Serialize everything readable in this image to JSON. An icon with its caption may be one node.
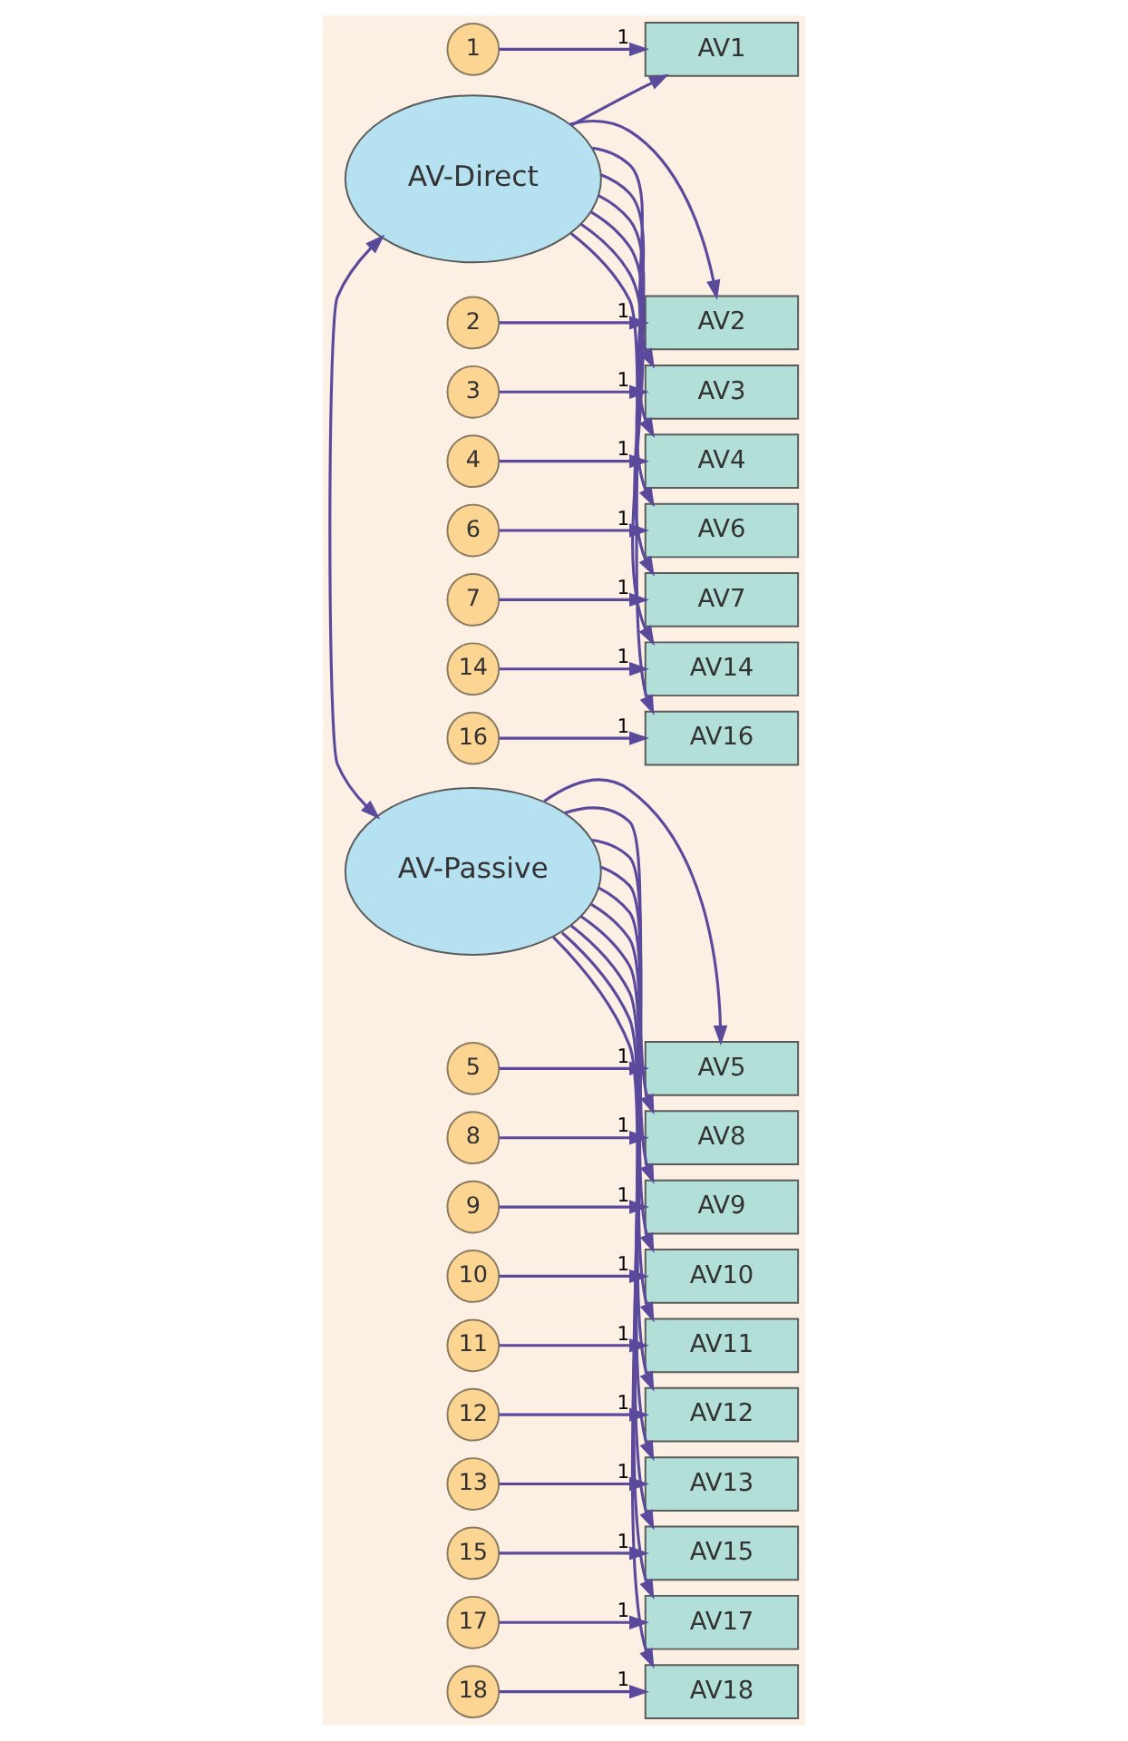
{
  "diagram": {
    "nodes": [
      {
        "text": [
          "1"
        ]
      },
      {
        "text": [
          "AV1"
        ]
      },
      {
        "text": [
          "2"
        ]
      },
      {
        "text": [
          "AV2"
        ]
      },
      {
        "text": [
          "3"
        ]
      },
      {
        "text": [
          "AV3"
        ]
      },
      {
        "text": [
          "4"
        ]
      },
      {
        "text": [
          "AV4"
        ]
      },
      {
        "text": [
          "6"
        ]
      },
      {
        "text": [
          "AV6"
        ]
      },
      {
        "text": [
          "7"
        ]
      },
      {
        "text": [
          "AV7"
        ]
      },
      {
        "text": [
          "14"
        ]
      },
      {
        "text": [
          "AV14"
        ]
      },
      {
        "text": [
          "16"
        ]
      },
      {
        "text": [
          "AV16"
        ]
      },
      {
        "text": [
          "5"
        ]
      },
      {
        "text": [
          "AV5"
        ]
      },
      {
        "text": [
          "8"
        ]
      },
      {
        "text": [
          "AV8"
        ]
      },
      {
        "text": [
          "9"
        ]
      },
      {
        "text": [
          "AV9"
        ]
      },
      {
        "text": [
          "10"
        ]
      },
      {
        "text": [
          "AV10"
        ]
      },
      {
        "text": [
          "11"
        ]
      },
      {
        "text": [
          "AV11"
        ]
      },
      {
        "text": [
          "12"
        ]
      },
      {
        "text": [
          "AV12"
        ]
      },
      {
        "text": [
          "13"
        ]
      },
      {
        "text": [
          "AV13"
        ]
      },
      {
        "text": [
          "15"
        ]
      },
      {
        "text": [
          "AV15"
        ]
      },
      {
        "text": [
          "17"
        ]
      },
      {
        "text": [
          "AV17"
        ]
      },
      {
        "text": [
          "18"
        ]
      },
      {
        "text": [
          "AV18"
        ]
      },
      {
        "text": [
          "AV-Direct"
        ]
      },
      {
        "text": [
          "AV-Passive"
        ]
      }
    ],
    "edges": [
      {
        "from": 0,
        "to": 1,
        "arrow": "to",
        "label": "1"
      },
      {
        "from": 2,
        "to": 3,
        "arrow": "to",
        "label": "1"
      },
      {
        "from": 4,
        "to": 5,
        "arrow": "to",
        "label": "1"
      },
      {
        "from": 6,
        "to": 7,
        "arrow": "to",
        "label": "1"
      },
      {
        "from": 8,
        "to": 9,
        "arrow": "to",
        "label": "1"
      },
      {
        "from": 10,
        "to": 11,
        "arrow": "to",
        "label": "1"
      },
      {
        "from": 12,
        "to": 13,
        "arrow": "to",
        "label": "1"
      },
      {
        "from": 14,
        "to": 15,
        "arrow": "to",
        "label": "1"
      },
      {
        "from": 16,
        "to": 17,
        "arrow": "to",
        "label": "1"
      },
      {
        "from": 18,
        "to": 19,
        "arrow": "to",
        "label": "1"
      },
      {
        "from": 20,
        "to": 21,
        "arrow": "to",
        "label": "1"
      },
      {
        "from": 22,
        "to": 23,
        "arrow": "to",
        "label": "1"
      },
      {
        "from": 24,
        "to": 25,
        "arrow": "to",
        "label": "1"
      },
      {
        "from": 26,
        "to": 27,
        "arrow": "to",
        "label": "1"
      },
      {
        "from": 28,
        "to": 29,
        "arrow": "to",
        "label": "1"
      },
      {
        "from": 30,
        "to": 31,
        "arrow": "to",
        "label": "1"
      },
      {
        "from": 32,
        "to": 33,
        "arrow": "to",
        "label": "1"
      },
      {
        "from": 34,
        "to": 35,
        "arrow": "to",
        "label": "1"
      },
      {
        "from": 36,
        "to": 1,
        "arrow": "to"
      },
      {
        "from": 36,
        "to": 3,
        "arrow": "to"
      },
      {
        "from": 36,
        "to": 5,
        "arrow": "to"
      },
      {
        "from": 36,
        "to": 7,
        "arrow": "to"
      },
      {
        "from": 36,
        "to": 9,
        "arrow": "to"
      },
      {
        "from": 36,
        "to": 11,
        "arrow": "to"
      },
      {
        "from": 36,
        "to": 13,
        "arrow": "to"
      },
      {
        "from": 36,
        "to": 15,
        "arrow": "to"
      },
      {
        "from": 37,
        "to": 17,
        "arrow": "to"
      },
      {
        "from": 37,
        "to": 19,
        "arrow": "to"
      },
      {
        "from": 37,
        "to": 21,
        "arrow": "to"
      },
      {
        "from": 37,
        "to": 23,
        "arrow": "to"
      },
      {
        "from": 37,
        "to": 25,
        "arrow": "to"
      },
      {
        "from": 37,
        "to": 27,
        "arrow": "to"
      },
      {
        "from": 37,
        "to": 29,
        "arrow": "to"
      },
      {
        "from": 37,
        "to": 31,
        "arrow": "to"
      },
      {
        "from": 37,
        "to": 33,
        "arrow": "to"
      },
      {
        "from": 37,
        "to": 35,
        "arrow": "to"
      },
      {
        "from": 36,
        "to": 37,
        "arrow": "both"
      }
    ]
  }
}
